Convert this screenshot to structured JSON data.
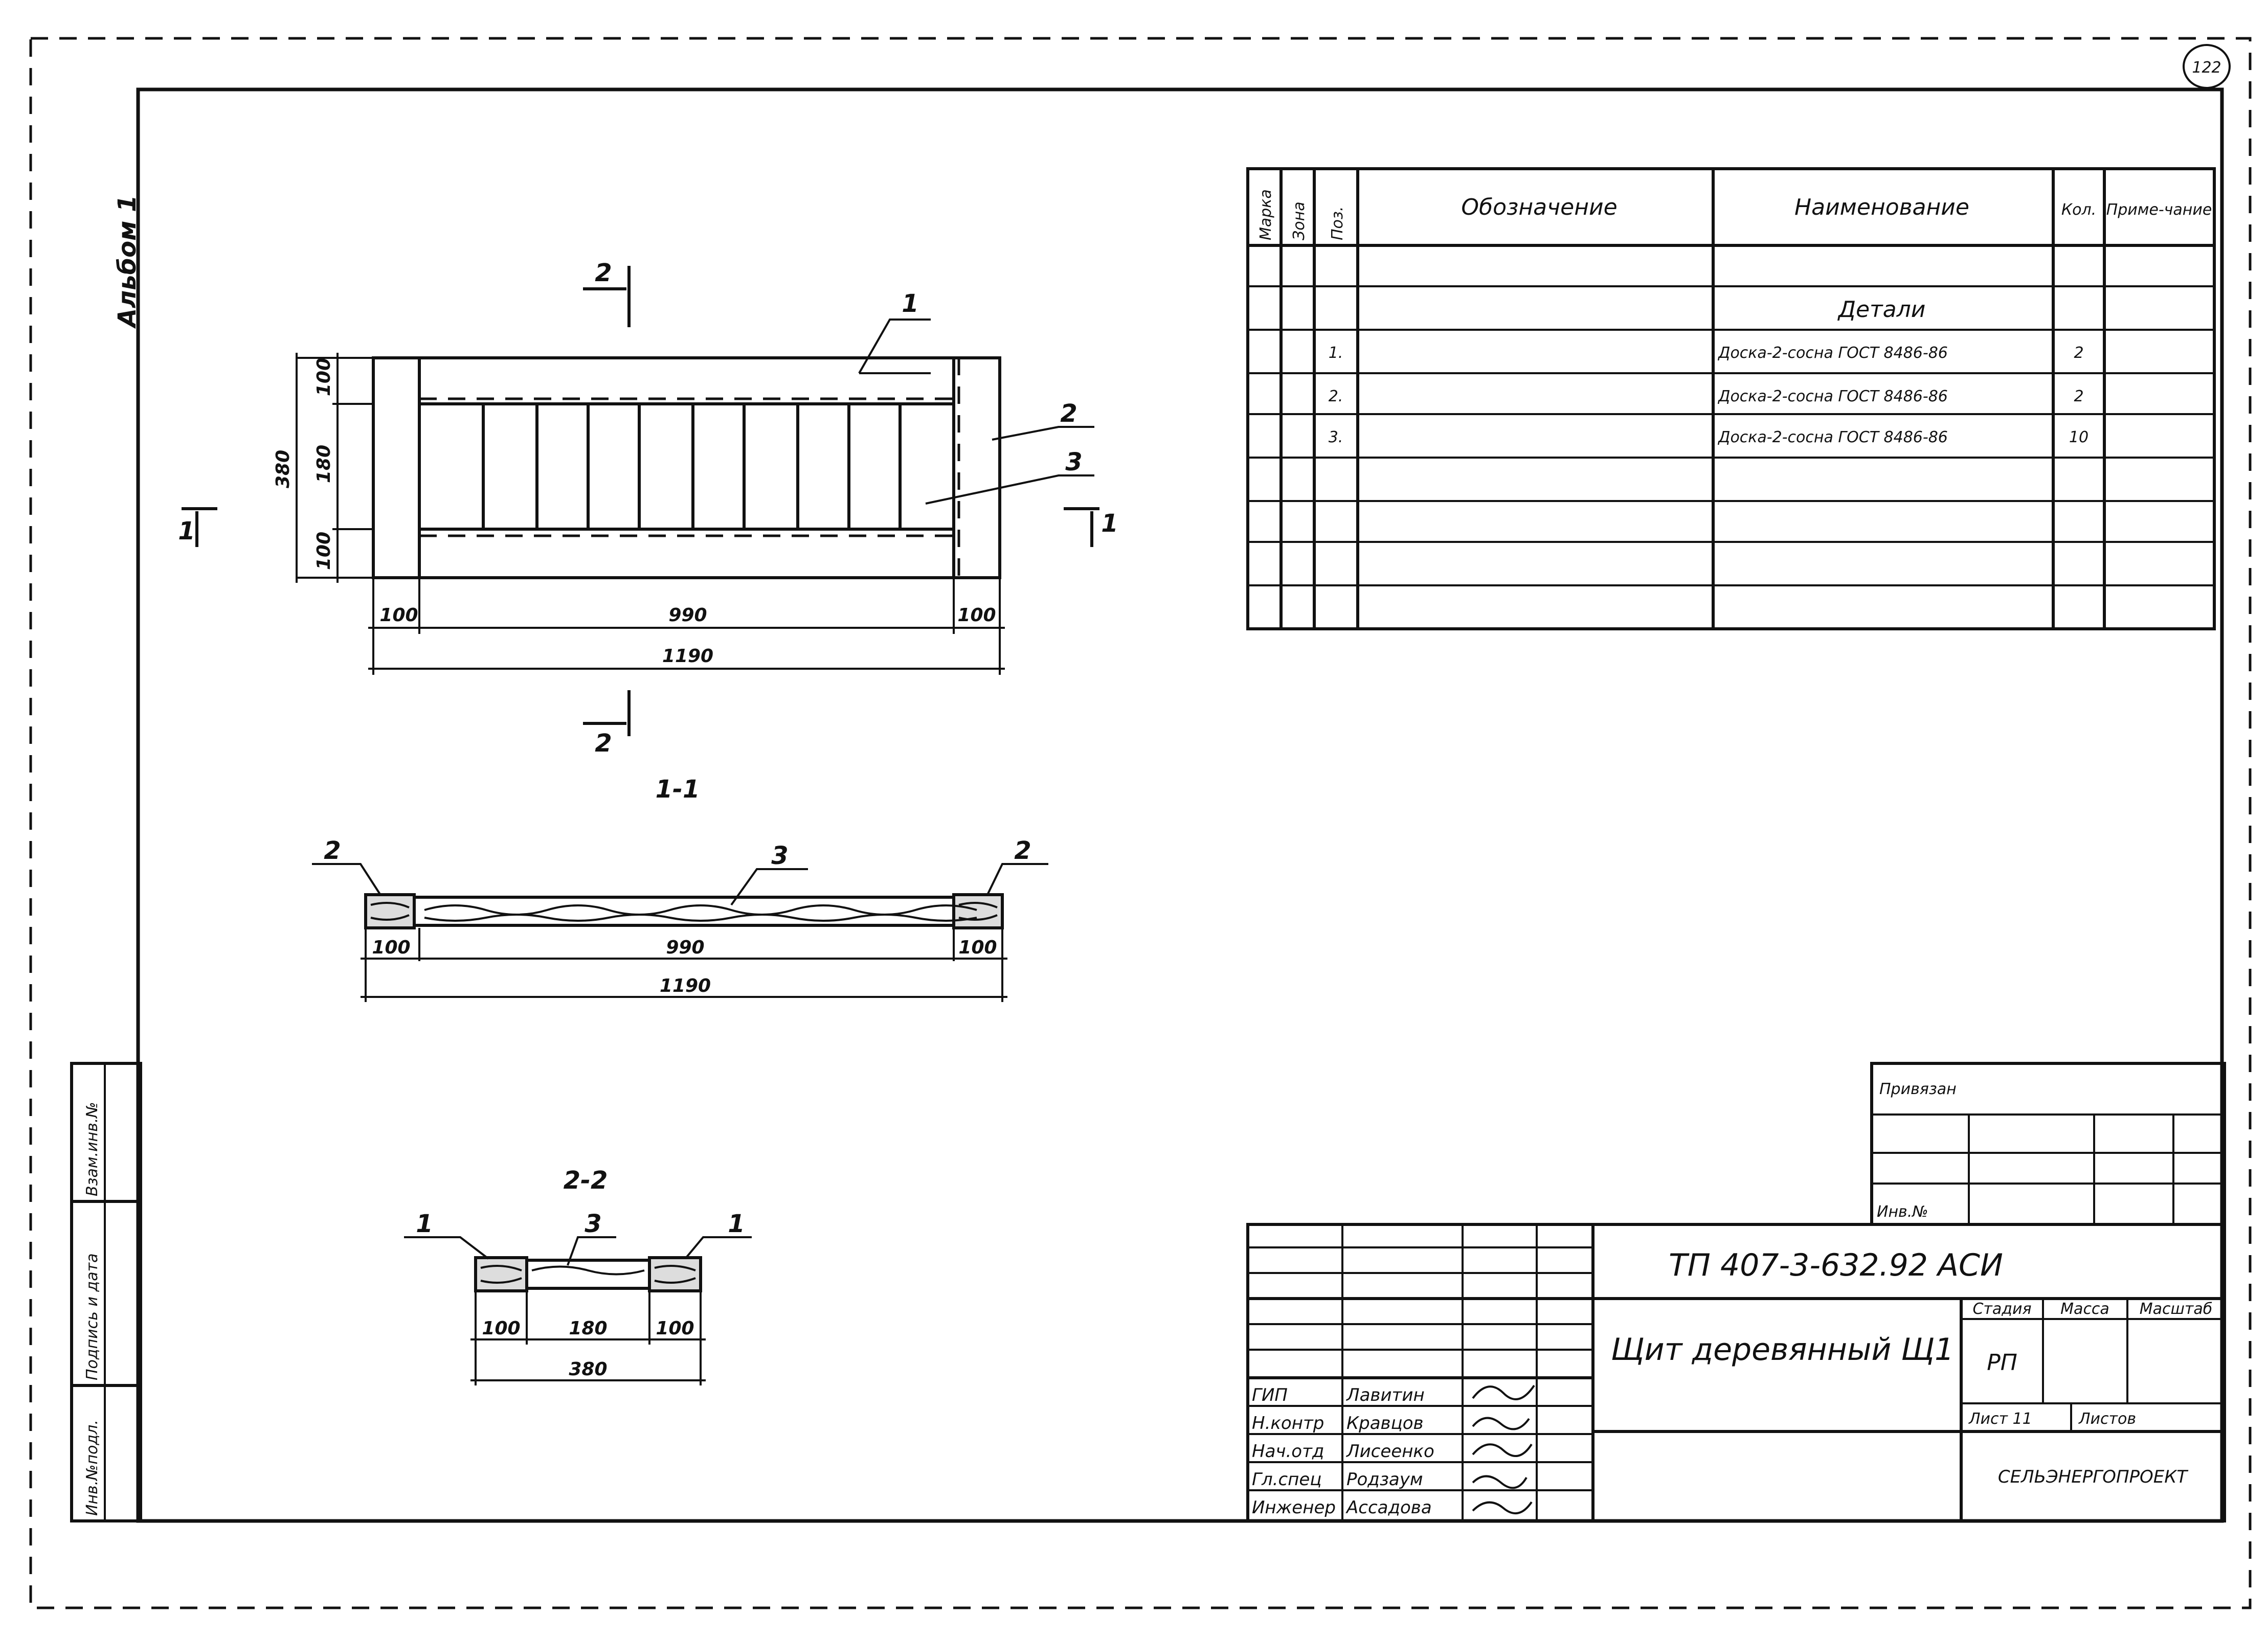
{
  "sheet_number": "122",
  "album_label": "Альбом 1",
  "side_stamp": [
    "Взам.инв.№",
    "Подпись и дата",
    "Инв.№подл."
  ],
  "plan": {
    "dims_vertical": [
      "100",
      "180",
      "100",
      "380"
    ],
    "dims_horizontal": [
      "100",
      "990",
      "100",
      "1190"
    ],
    "section_marks": [
      "1",
      "1",
      "2",
      "2"
    ],
    "callouts": [
      "1",
      "2",
      "3"
    ]
  },
  "section_1_1": {
    "title": "1-1",
    "callouts": [
      "2",
      "3",
      "2"
    ],
    "dims": [
      "100",
      "990",
      "100",
      "1190"
    ]
  },
  "section_2_2": {
    "title": "2-2",
    "callouts": [
      "1",
      "3",
      "1"
    ],
    "dims": [
      "100",
      "180",
      "100",
      "380"
    ]
  },
  "spec_table": {
    "headers": [
      "Марка",
      "Зона",
      "Поз.",
      "Обозначение",
      "Наименование",
      "Кол.",
      "Приме-чание"
    ],
    "section_title": "Детали",
    "rows": [
      {
        "pos": "1.",
        "name": "Доска-2-сосна ГОСТ 8486-86",
        "qty": "2"
      },
      {
        "pos": "2.",
        "name": "Доска-2-сосна ГОСТ 8486-86",
        "qty": "2"
      },
      {
        "pos": "3.",
        "name": "Доска-2-сосна ГОСТ 8486-86",
        "qty": "10"
      }
    ]
  },
  "binding_block": {
    "label": "Привязан",
    "inv_label": "Инв.№"
  },
  "title_block": {
    "doc_code": "ТП 407-3-632.92 АСИ",
    "sheet_title": "Щит деревянный Щ1",
    "stage_label": "Стадия",
    "mass_label": "Масса",
    "scale_label": "Масштаб",
    "stage_value": "РП",
    "sheet_label": "Лист 11",
    "sheets_label": "Листов",
    "organization": "СЕЛЬЭНЕРГОПРОЕКТ",
    "staff": [
      {
        "role": "ГИП",
        "name": "Лавитин"
      },
      {
        "role": "Н.контр",
        "name": "Кравцов"
      },
      {
        "role": "Нач.отд",
        "name": "Лисеенко"
      },
      {
        "role": "Гл.спец",
        "name": "Родзаум"
      },
      {
        "role": "Инженер",
        "name": "Ассадова"
      }
    ]
  }
}
